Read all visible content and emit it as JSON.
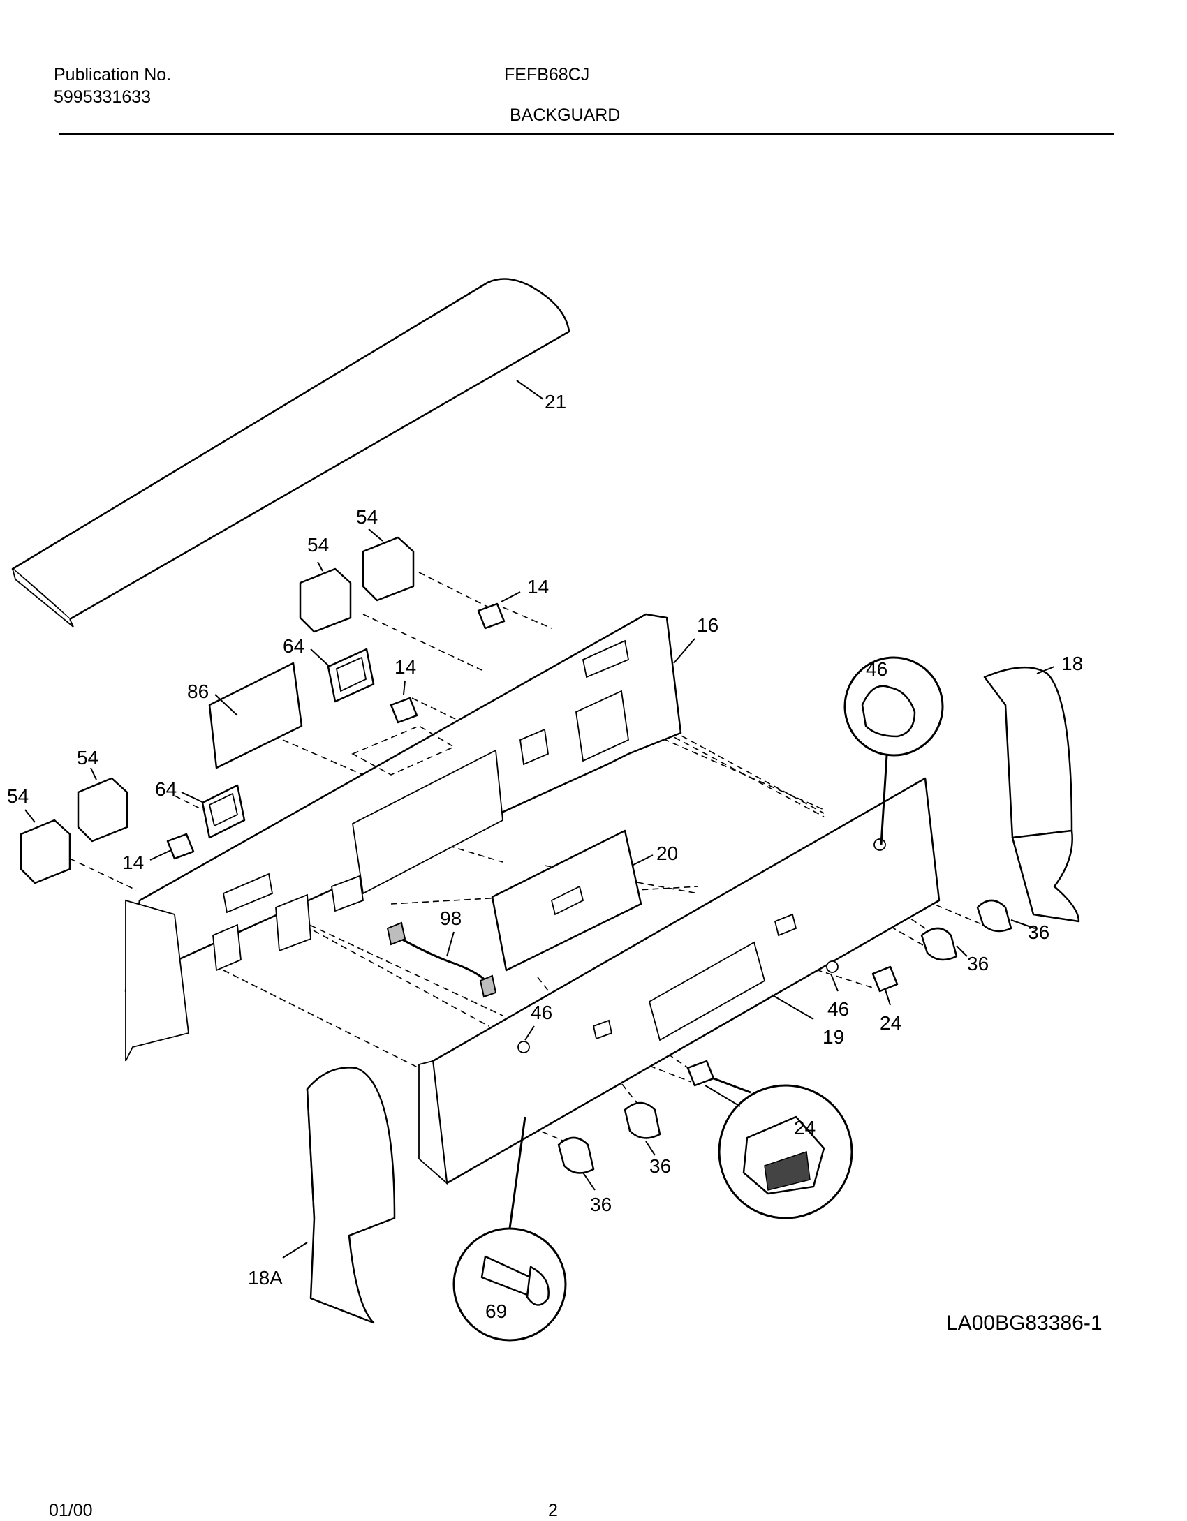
{
  "header": {
    "publication_label": "Publication No.",
    "publication_number": "5995331633",
    "model": "FEFB68CJ",
    "section": "BACKGUARD"
  },
  "diagram": {
    "callouts": {
      "c21": "21",
      "c54a": "54",
      "c54b": "54",
      "c54c": "54",
      "c54d": "54",
      "c14a": "14",
      "c14b": "14",
      "c14c": "14",
      "c16": "16",
      "c64a": "64",
      "c64b": "64",
      "c86": "86",
      "c46a": "46",
      "c46b": "46",
      "c46c": "46",
      "c18": "18",
      "c20": "20",
      "c98": "98",
      "c36a": "36",
      "c36b": "36",
      "c36c": "36",
      "c36d": "36",
      "c24a": "24",
      "c24b": "24",
      "c19": "19",
      "c18a": "18A",
      "c69": "69"
    },
    "drawing_code": "LA00BG83386-1"
  },
  "footer": {
    "date": "01/00",
    "page": "2"
  }
}
